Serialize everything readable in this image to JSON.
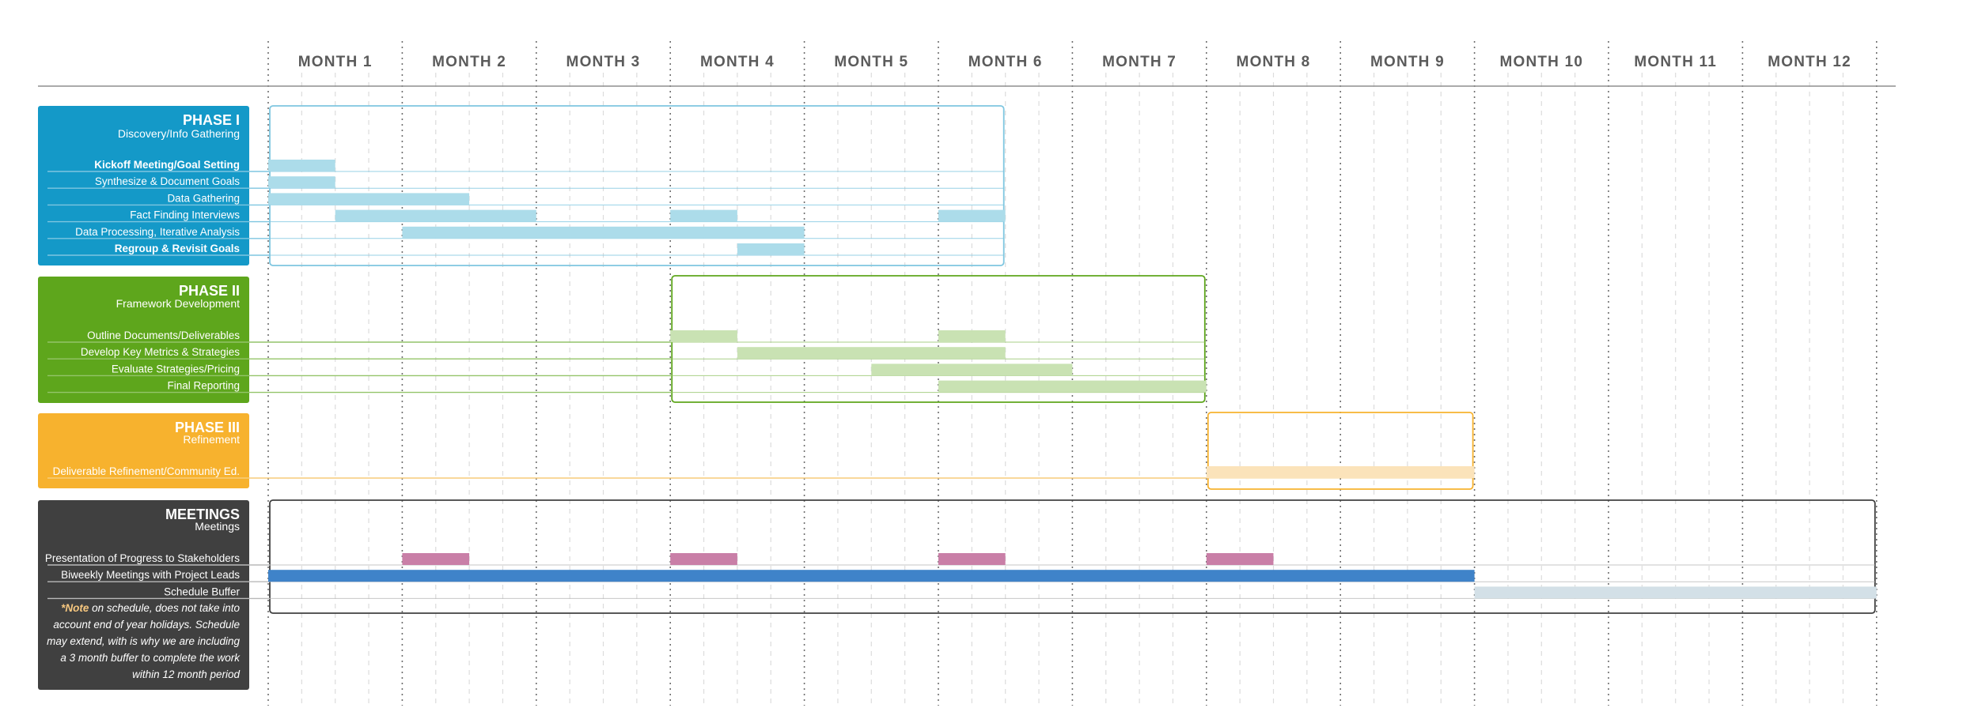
{
  "chart_data": {
    "type": "gantt",
    "months": [
      "MONTH 1",
      "MONTH 2",
      "MONTH 3",
      "MONTH 4",
      "MONTH 5",
      "MONTH 6",
      "MONTH 7",
      "MONTH 8",
      "MONTH 9",
      "MONTH 10",
      "MONTH 11",
      "MONTH 12"
    ],
    "time_unit": "month",
    "phases": [
      {
        "title": "PHASE I",
        "subtitle": "Discovery/Info Gathering",
        "color": "#1499c8",
        "bar_color": "#acdcea",
        "line_color": "#7ec6e0",
        "frame": {
          "start": 1,
          "end": 6.5
        },
        "tasks": [
          {
            "label": "Kickoff Meeting/Goal Setting",
            "bold": true,
            "spans": [
              [
                1,
                1.5
              ]
            ]
          },
          {
            "label": "Synthesize & Document Goals",
            "bold": false,
            "spans": [
              [
                1,
                1.5
              ]
            ]
          },
          {
            "label": "Data Gathering",
            "bold": false,
            "spans": [
              [
                1,
                2.5
              ]
            ]
          },
          {
            "label": "Fact Finding Interviews",
            "bold": false,
            "spans": [
              [
                1.5,
                3
              ],
              [
                4,
                4.5
              ],
              [
                6,
                6.5
              ]
            ]
          },
          {
            "label": "Data Processing, Iterative Analysis",
            "bold": false,
            "spans": [
              [
                2,
                5
              ]
            ]
          },
          {
            "label": "Regroup & Revisit Goals",
            "bold": true,
            "spans": [
              [
                4.5,
                5
              ]
            ]
          }
        ]
      },
      {
        "title": "PHASE II",
        "subtitle": "Framework Development",
        "color": "#5ea61c",
        "bar_color": "#c9e2b3",
        "line_color": "#94c46a",
        "frame": {
          "start": 4,
          "end": 8
        },
        "tasks": [
          {
            "label": "Outline Documents/Deliverables",
            "bold": false,
            "spans": [
              [
                4,
                4.5
              ],
              [
                6,
                6.5
              ]
            ]
          },
          {
            "label": "Develop Key Metrics & Strategies",
            "bold": false,
            "spans": [
              [
                4.5,
                6.5
              ]
            ]
          },
          {
            "label": "Evaluate Strategies/Pricing",
            "bold": false,
            "spans": [
              [
                5.5,
                7
              ]
            ]
          },
          {
            "label": "Final Reporting",
            "bold": false,
            "spans": [
              [
                6,
                8
              ]
            ]
          }
        ]
      },
      {
        "title": "PHASE III",
        "subtitle": "Refinement",
        "color": "#f7b22e",
        "bar_color": "#fbe3ba",
        "line_color": "#f7cc7a",
        "frame": {
          "start": 8,
          "end": 10
        },
        "tasks": [
          {
            "label": "Deliverable Refinement/Community Ed.",
            "bold": false,
            "spans": [
              [
                8,
                10
              ]
            ]
          }
        ]
      },
      {
        "title": "MEETINGS",
        "subtitle": "Meetings",
        "color": "#404040",
        "bar_color": "#c97fa7",
        "line_color": "#b9b9b9",
        "frame": {
          "start": 1,
          "end": 13
        },
        "note": [
          {
            "bold": "*Note",
            "text": " on schedule, does not take into"
          },
          {
            "bold": "",
            "text": "account end of year holidays. Schedule"
          },
          {
            "bold": "",
            "text": "may extend, with is why we are including"
          },
          {
            "bold": "",
            "text": "a 3 month buffer to complete the work"
          },
          {
            "bold": "",
            "text": "within 12 month period"
          }
        ],
        "tasks": [
          {
            "label": "Presentation of Progress to Stakeholders",
            "label_color": "#c97fa7",
            "bar_color": "#c97fa7",
            "bar_style": "tall",
            "spans": [
              [
                2,
                2.5
              ],
              [
                4,
                4.5
              ],
              [
                6,
                6.5
              ],
              [
                8,
                8.5
              ]
            ]
          },
          {
            "label": "Biweekly Meetings with Project Leads",
            "label_color": "#4f8fd3",
            "bar_color": "#3f83c9",
            "bar_style": "tall",
            "spans": [
              [
                1,
                10
              ]
            ]
          },
          {
            "label": "Schedule Buffer",
            "label_color": "#ffffff",
            "bar_color": "#d3e0e7",
            "bar_style": "normal",
            "spans": [
              [
                10,
                13
              ]
            ]
          }
        ]
      }
    ]
  }
}
